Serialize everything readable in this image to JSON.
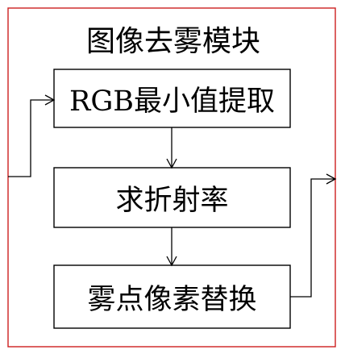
{
  "module": {
    "title": "图像去雾模块",
    "border_color": "#cc1f1f"
  },
  "steps": [
    {
      "label": "RGB最小值提取"
    },
    {
      "label": "求折射率"
    },
    {
      "label": "雾点像素替换"
    }
  ],
  "colors": {
    "line": "#000000",
    "background": "#ffffff"
  }
}
